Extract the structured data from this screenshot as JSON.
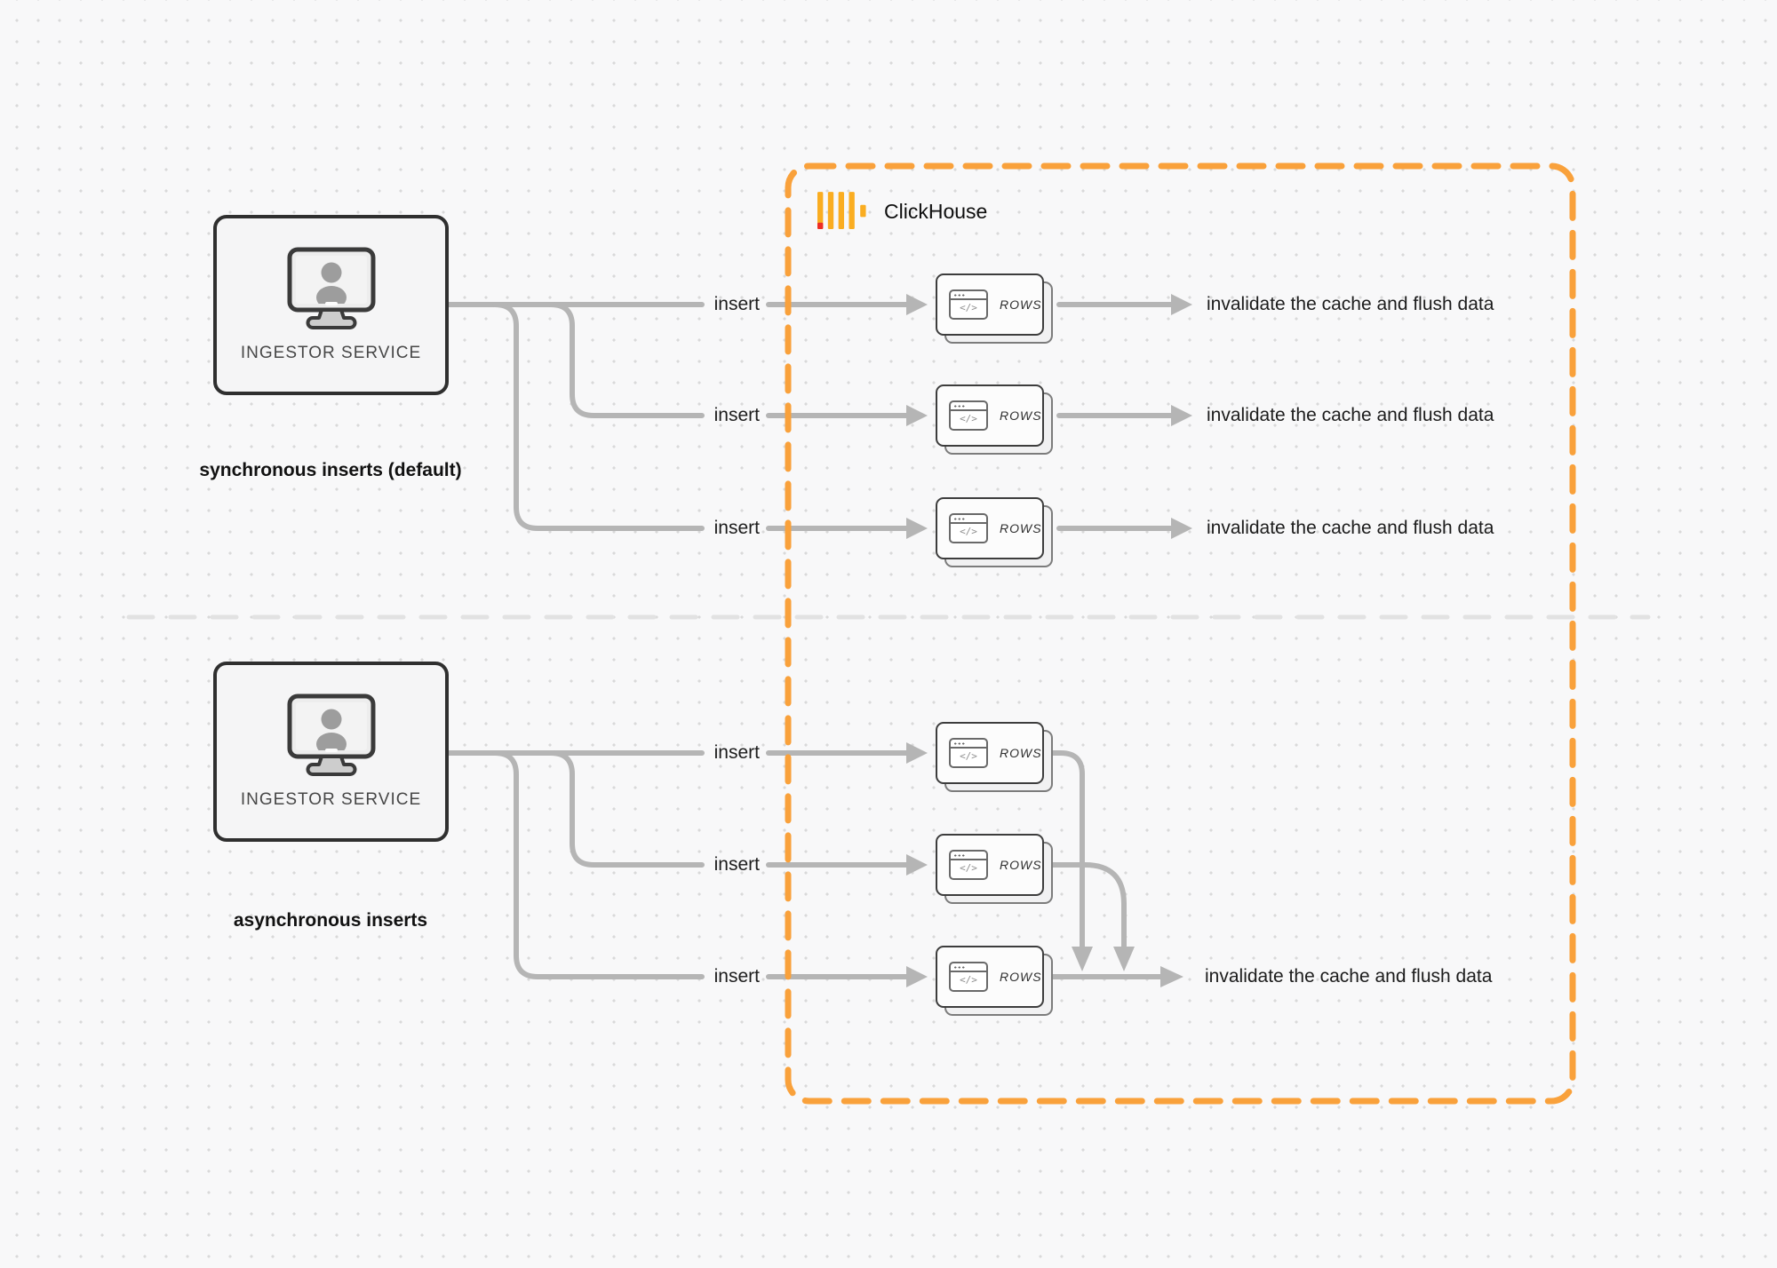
{
  "diagram": {
    "clickhouse": {
      "name": "ClickHouse"
    },
    "icons": {
      "code_glyph": "</>"
    },
    "colors": {
      "accent_orange": "#F9A13B",
      "logo_yellow": "#FAAD21",
      "logo_red": "#EE2E24",
      "connector_gray": "#B5B5B5",
      "divider_gray": "#E2E2E2",
      "box_border": "#2F2F2F"
    },
    "sync": {
      "section_label": "synchronous inserts (default)",
      "service_label": "INGESTOR SERVICE",
      "rows": [
        {
          "insert": "insert",
          "card": "ROWS",
          "result": "invalidate the cache and flush data"
        },
        {
          "insert": "insert",
          "card": "ROWS",
          "result": "invalidate the cache and flush data"
        },
        {
          "insert": "insert",
          "card": "ROWS",
          "result": "invalidate the cache and flush data"
        }
      ]
    },
    "async": {
      "section_label": "asynchronous inserts",
      "service_label": "INGESTOR SERVICE",
      "rows": [
        {
          "insert": "insert",
          "card": "ROWS"
        },
        {
          "insert": "insert",
          "card": "ROWS"
        },
        {
          "insert": "insert",
          "card": "ROWS"
        }
      ],
      "result": "invalidate the cache and flush data"
    }
  }
}
